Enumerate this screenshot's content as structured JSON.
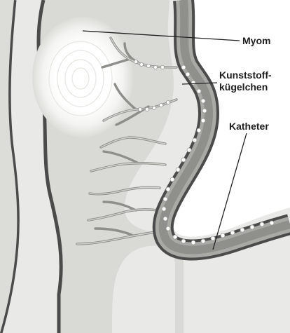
{
  "labels": {
    "myom": "Myom",
    "kunststoff_line1": "Kunststoff-",
    "kunststoff_line2": "kügelchen",
    "katheter": "Katheter"
  },
  "colors": {
    "background": "#ffffff",
    "outer_tissue": "#e9e9e7",
    "uterus_wall": "#d9d9d5",
    "dark_outline": "#4b4b4b",
    "vessel": "#9d9d99",
    "vessel_fill": "#c9c9c5",
    "fibroid_glow": "#ffffff",
    "catheter": "#8f8f8b",
    "beads": "#ffffff",
    "leader_line": "#222222"
  }
}
